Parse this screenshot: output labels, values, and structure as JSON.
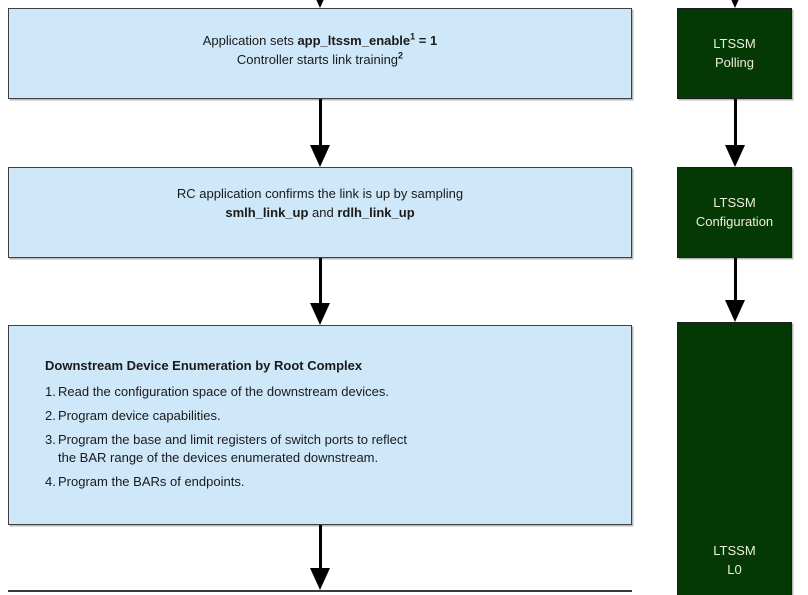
{
  "flow": {
    "box1": {
      "line1_prefix": "Application sets ",
      "line1_signal": "app_ltssm_enable",
      "line1_footnote": "1",
      "line1_suffix": " = 1",
      "line2_text": "Controller starts link training",
      "line2_footnote": "2"
    },
    "box2": {
      "line1": "RC application confirms the link is up by sampling",
      "line2_signal1": "smlh_link_up",
      "line2_mid": " and ",
      "line2_signal2": "rdlh_link_up"
    },
    "box3": {
      "heading": "Downstream Device Enumeration by Root Complex",
      "items": [
        {
          "num": "1.",
          "line1": "Read the configuration space of the downstream devices.",
          "line2": ""
        },
        {
          "num": "2.",
          "line1": "Program device capabilities.",
          "line2": ""
        },
        {
          "num": "3.",
          "line1": "Program the base and limit registers of switch ports to reflect",
          "line2": "the BAR range of the devices enumerated downstream."
        },
        {
          "num": "4.",
          "line1": "Program the BARs of endpoints.",
          "line2": ""
        }
      ]
    }
  },
  "ltssm_states": [
    {
      "line1": "LTSSM",
      "line2": "Polling"
    },
    {
      "line1": "LTSSM",
      "line2": "Configuration"
    },
    {
      "line1": "LTSSM",
      "line2": "L0"
    }
  ],
  "colors": {
    "flow_box_fill": "#cee7f9",
    "flow_box_border": "#3f4045",
    "state_box_fill": "#043804",
    "state_box_text": "#eeeedd",
    "arrow_color": "#000000"
  }
}
